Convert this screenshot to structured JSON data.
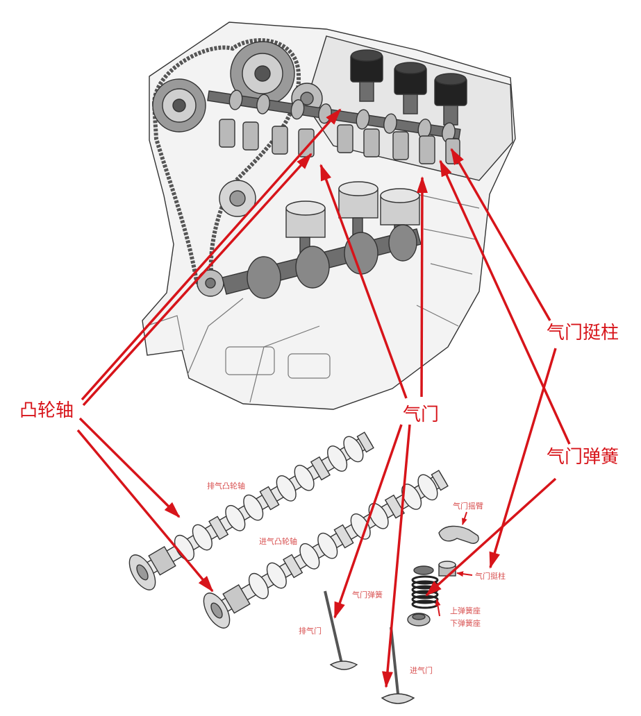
{
  "labels": {
    "camshaft": "凸轮轴",
    "valve": "气门",
    "valve_tappet": "气门挺柱",
    "valve_spring": "气门弹簧"
  },
  "parts": {
    "exhaust_camshaft": "排气凸轮轴",
    "intake_camshaft": "进气凸轮轴",
    "rocker_arm": "气门摇臂",
    "tappet": "气门挺柱",
    "spring": "气门弹簧",
    "upper_seat": "上弹簧座",
    "lower_seat": "下弹簧座",
    "exhaust_valve": "排气门",
    "intake_valve": "进气门"
  },
  "colors": {
    "annotation": "#d7141a",
    "part_label": "#d85050"
  }
}
